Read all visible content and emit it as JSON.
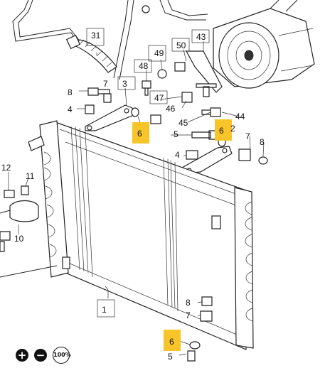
{
  "callouts": [
    "1",
    "2",
    "3",
    "4",
    "4",
    "5",
    "5",
    "6",
    "6",
    "6",
    "7",
    "7",
    "7",
    "8",
    "8",
    "8",
    "10",
    "11",
    "12",
    "31",
    "43",
    "44",
    "45",
    "46",
    "47",
    "48",
    "49",
    "50"
  ],
  "highlighted_callouts": [
    "6",
    "6",
    "6"
  ],
  "highlight_color": "#f7c52a",
  "zoom": {
    "zoom_in_label": "+",
    "zoom_out_label": "−",
    "level": "100%"
  }
}
